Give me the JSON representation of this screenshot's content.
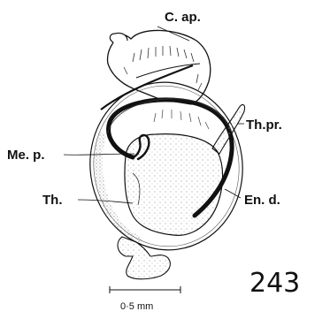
{
  "figure": {
    "number": "243",
    "scale_label": "0·5 mm",
    "labels": {
      "cap": "C. ap.",
      "thorax_process": "Th.pr.",
      "median_plate": "Me. p.",
      "thorax": "Th.",
      "endophallus_duct": "En. d."
    }
  },
  "colors": {
    "ink": "#111111",
    "paper": "#ffffff",
    "stipple": "#999999"
  }
}
